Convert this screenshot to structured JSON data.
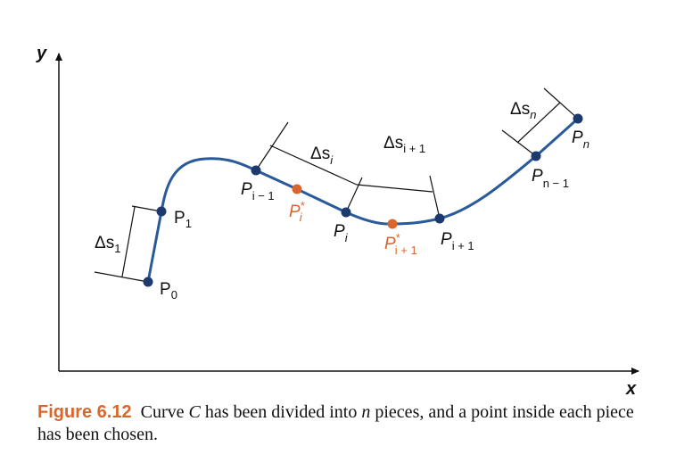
{
  "axes": {
    "x_label": "x",
    "y_label": "y"
  },
  "points": {
    "p0": "P",
    "p0_sub": "0",
    "p1": "P",
    "p1_sub": "1",
    "pim1": "P",
    "pim1_sub": "i − 1",
    "pistar": "P",
    "pistar_sup": "*",
    "pistar_sub": "i",
    "pi": "P",
    "pi_sub": "i",
    "pip1star": "P",
    "pip1star_sup": "*",
    "pip1star_sub": "i + 1",
    "pip1": "P",
    "pip1_sub": "i + 1",
    "pnm1": "P",
    "pnm1_sub": "n − 1",
    "pn": "P",
    "pn_sub": "n"
  },
  "segments": {
    "ds1": "Δs",
    "ds1_sub": "1",
    "dsi": "Δs",
    "dsi_sub": "i",
    "dsi1": "Δs",
    "dsi1_sub": "i + 1",
    "dsn": "Δs",
    "dsn_sub": "n"
  },
  "caption": {
    "label": "Figure 6.12",
    "text_1": "Curve ",
    "text_C": "C",
    "text_2": " has been divided into ",
    "text_n": "n",
    "text_3": " pieces, and a point inside each piece has been chosen."
  },
  "colors": {
    "curve": "#2b5a9a",
    "point": "#1c3a6e",
    "star_point": "#d9662b",
    "axis": "#111111"
  }
}
